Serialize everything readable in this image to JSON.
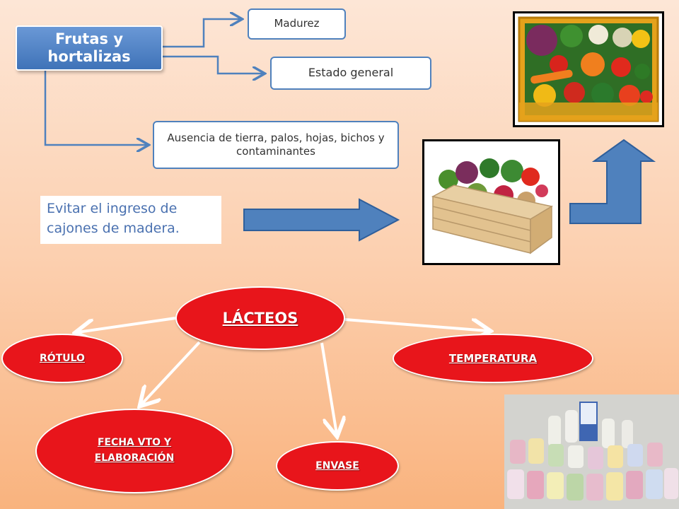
{
  "frutas": {
    "title": "Frutas y hortalizas",
    "items": [
      "Madurez",
      "Estado general",
      "Ausencia de tierra, palos, hojas, bichos y contaminantes"
    ]
  },
  "note": "Evitar el ingreso de cajones de madera.",
  "lacteos": {
    "title": "LÁCTEOS",
    "items": [
      "RÓTULO",
      "TEMPERATURA",
      "FECHA VTO Y ELABORACIÓN",
      "ENVASE"
    ]
  },
  "colors": {
    "primary_blue": "#4f81bd",
    "accent_red": "#e8151b",
    "background": "#fcd0b0"
  },
  "images": [
    {
      "name": "vegetable-crate-plastic",
      "content": "vegetables in plastic crate"
    },
    {
      "name": "vegetable-crate-wooden",
      "content": "vegetables in wooden crate"
    },
    {
      "name": "dairy-products",
      "content": "dairy products in jars and bottles"
    }
  ]
}
